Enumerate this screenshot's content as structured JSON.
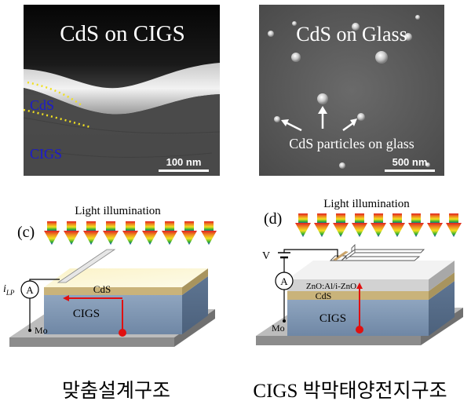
{
  "panel_a": {
    "title": "CdS on CIGS",
    "label_cds": "CdS",
    "label_cigs": "CIGS",
    "scale_bar": "100 nm"
  },
  "panel_b": {
    "title": "CdS on Glass",
    "annotation": "CdS particles on glass",
    "scale_bar": "500 nm"
  },
  "panel_c": {
    "tag": "(c)",
    "light": "Light illumination",
    "meter": "A",
    "current_label": "i",
    "current_sub": "LP",
    "layer_cds": "CdS",
    "layer_cigs": "CIGS",
    "contact": "Mo",
    "caption": "맞춤설계구조"
  },
  "panel_d": {
    "tag": "(d)",
    "light": "Light illumination",
    "voltage": "V",
    "meter": "A",
    "layer_zno": "ZnO:Al/i-ZnO",
    "layer_cds": "CdS",
    "layer_cigs": "CIGS",
    "contact": "Mo",
    "caption": "CIGS 박막태양전지구조"
  },
  "colors": {
    "cds_dots": "#f0e020",
    "cds_label": "#1a1ad0",
    "current_arrow": "#e01010",
    "electron": "#e01010"
  }
}
